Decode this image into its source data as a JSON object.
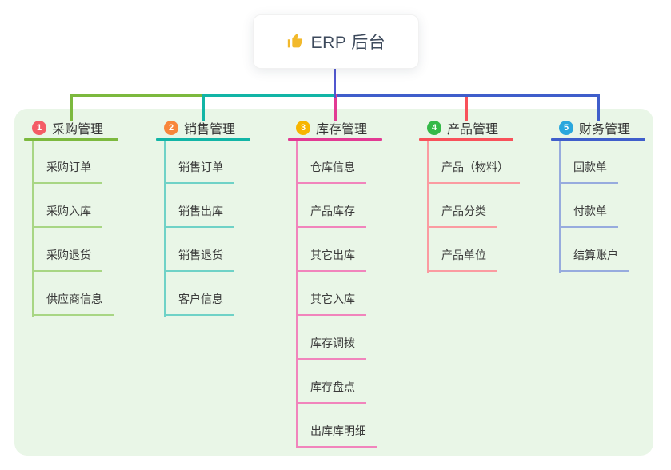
{
  "root": {
    "label": "ERP 后台",
    "icon": "thumbs-up-icon",
    "icon_color": "#f2b92c"
  },
  "canvas": {
    "background": "#ffffff",
    "panel_background": "#e9f6e7"
  },
  "connector": {
    "root_stem_color": "#5157cf"
  },
  "branches": [
    {
      "index": "1",
      "label": "采购管理",
      "badge_color": "#f45c66",
      "line_color": "#7cb93e",
      "item_line_color": "#a8d684",
      "items": [
        "采购订单",
        "采购入库",
        "采购退货",
        "供应商信息"
      ]
    },
    {
      "index": "2",
      "label": "销售管理",
      "badge_color": "#f8863b",
      "line_color": "#12b5a6",
      "item_line_color": "#6fd2c7",
      "items": [
        "销售订单",
        "销售出库",
        "销售退货",
        "客户信息"
      ]
    },
    {
      "index": "3",
      "label": "库存管理",
      "badge_color": "#f7b500",
      "line_color": "#e23a93",
      "item_line_color": "#f184bc",
      "items": [
        "仓库信息",
        "产品库存",
        "其它出库",
        "其它入库",
        "库存调拨",
        "库存盘点",
        "出库库明细"
      ]
    },
    {
      "index": "4",
      "label": "产品管理",
      "badge_color": "#35b948",
      "line_color": "#f8515a",
      "item_line_color": "#fb9ba1",
      "items": [
        "产品（物料）",
        "产品分类",
        "产品单位"
      ]
    },
    {
      "index": "5",
      "label": "财务管理",
      "badge_color": "#2aa7dd",
      "line_color": "#3f5ecb",
      "item_line_color": "#97abde",
      "items": [
        "回款单",
        "付款单",
        "结算账户"
      ]
    }
  ]
}
